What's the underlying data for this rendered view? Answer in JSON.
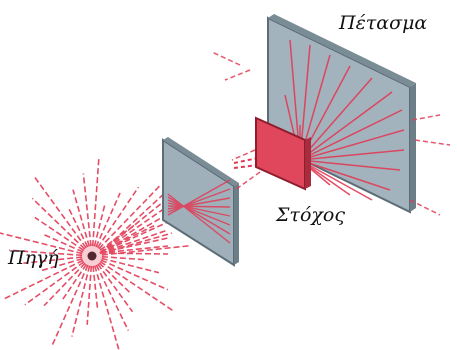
{
  "labels": {
    "screen": "Πέτασμα",
    "target": "Στόχος",
    "source": "Πηγή"
  },
  "colors": {
    "ray": "#e23a55",
    "panel_fill": "#9fb0ba",
    "panel_edge": "#5d6d77",
    "target_fill": "#e0475c",
    "target_edge": "#8f1e2d",
    "text": "#111111",
    "background": "#ffffff"
  }
}
